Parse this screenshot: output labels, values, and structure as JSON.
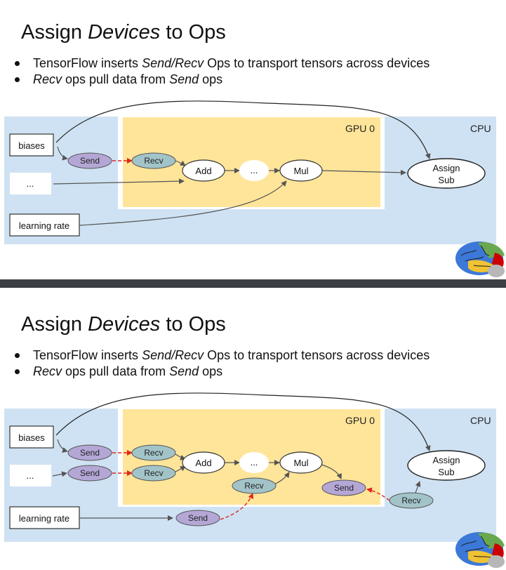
{
  "slides": [
    {
      "title": {
        "pre": "Assign ",
        "em": "Devices",
        "post": " to Ops"
      },
      "bullets": [
        {
          "a": "TensorFlow inserts ",
          "b": "Send/Recv",
          "c": " Ops to transport tensors across devices"
        },
        {
          "a": "",
          "b": "Recv",
          "c": " ops pull data from ",
          "d": "Send",
          "e": " ops"
        }
      ],
      "diagram": {
        "region_cpu": "CPU",
        "region_gpu": "GPU 0",
        "boxes": {
          "biases": "biases",
          "dots": "...",
          "lr": "learning rate"
        },
        "nodes": {
          "send": "Send",
          "recv": "Recv",
          "add": "Add",
          "ellipsis": "...",
          "mul": "Mul",
          "assign": "Assign",
          "sub": "Sub"
        }
      }
    },
    {
      "title": {
        "pre": "Assign ",
        "em": "Devices",
        "post": " to Ops"
      },
      "bullets": [
        {
          "a": "TensorFlow inserts ",
          "b": "Send/Recv",
          "c": " Ops to transport tensors across devices"
        },
        {
          "a": "",
          "b": "Recv",
          "c": " ops pull data from ",
          "d": "Send",
          "e": " ops"
        }
      ],
      "diagram": {
        "region_cpu": "CPU",
        "region_gpu": "GPU 0",
        "boxes": {
          "biases": "biases",
          "dots": "...",
          "lr": "learning rate"
        },
        "nodes": {
          "send1": "Send",
          "recv1": "Recv",
          "send2": "Send",
          "recv2": "Recv",
          "add": "Add",
          "ellipsis": "...",
          "mul": "Mul",
          "recv3": "Recv",
          "send3": "Send",
          "recv4": "Recv",
          "send4": "Send",
          "assign": "Assign",
          "sub": "Sub"
        }
      }
    }
  ],
  "colors": {
    "cpu_bg": "#cfe2f3",
    "gpu_bg": "#ffe599",
    "send_fill": "#b4a7d6",
    "recv_fill": "#a2c4c9",
    "edge": "#555555",
    "dashed": "#e0261f"
  }
}
